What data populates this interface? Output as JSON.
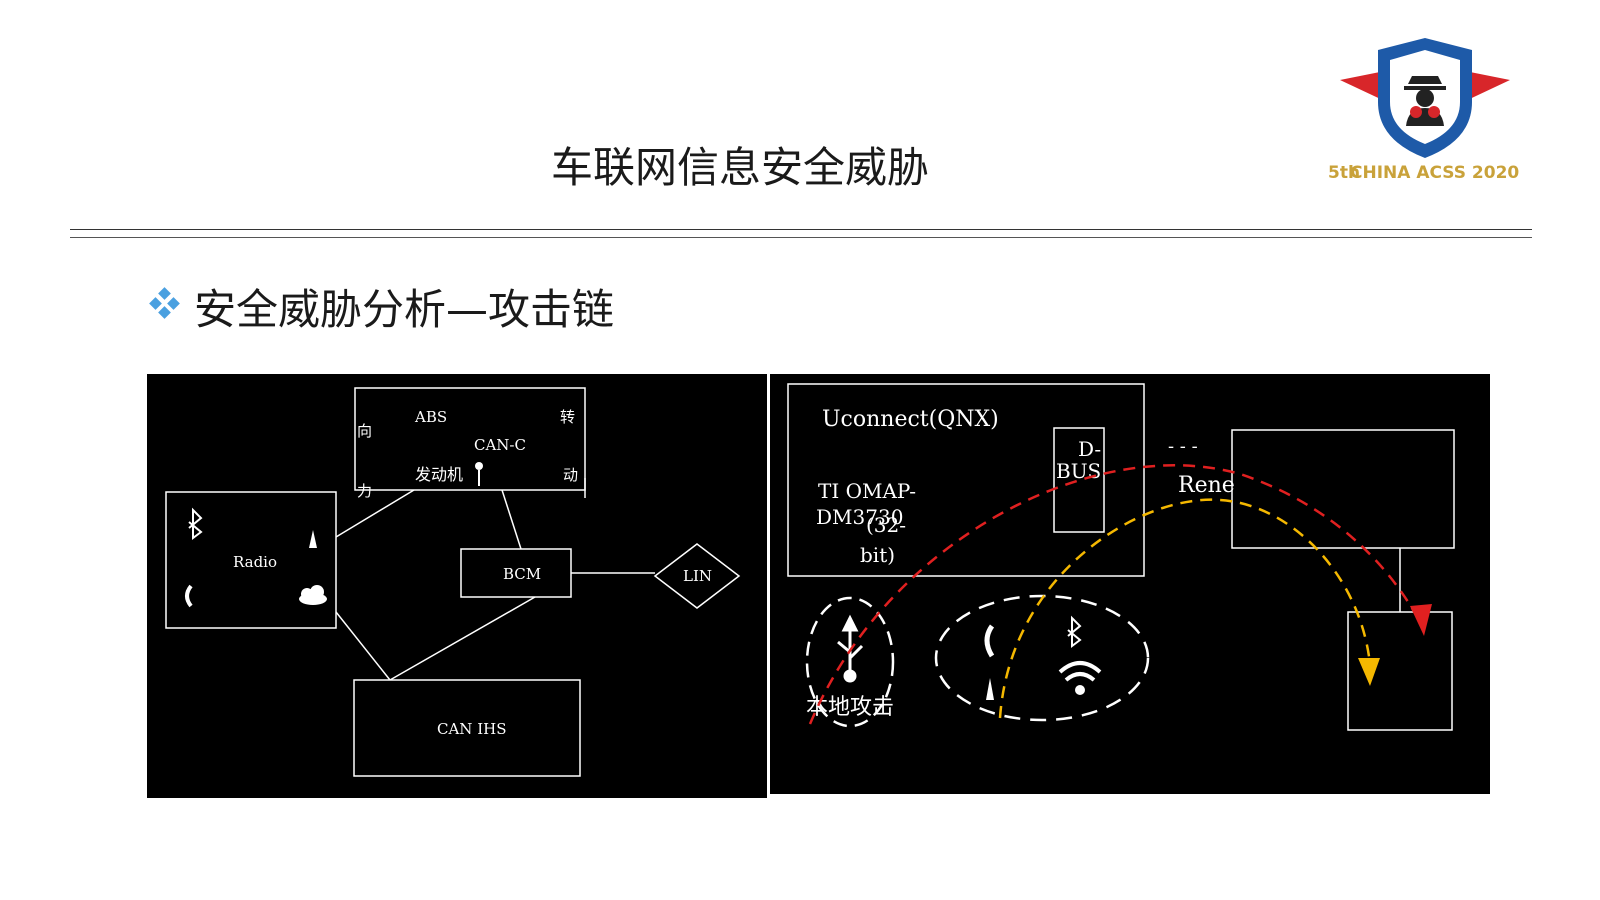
{
  "title": "车联网信息安全威胁",
  "logo": {
    "text": "CHINA ACSS 2020",
    "edition": "5th"
  },
  "subtitle": "安全威胁分析—攻击链",
  "left_diagram": {
    "top_box": {
      "abs": "ABS",
      "can_c": "CAN-C",
      "engine": "发动机",
      "xiang": "向",
      "li": "力",
      "zhuan": "转",
      "dong": "动"
    },
    "radio": "Radio",
    "bcm": "BCM",
    "lin": "LIN",
    "can_ihs": "CAN IHS"
  },
  "right_diagram": {
    "uconnect": "Uconnect(QNX)",
    "ti_line1": "TI OMAP-",
    "ti_line2": "DM3730",
    "ti_line3": "(32-",
    "ti_line4": "bit)",
    "dbus_line1": "D-",
    "dbus_line2": "BUS",
    "dashes": "- - -",
    "rene": "Rene",
    "local_attack": "本地攻击",
    "colors": {
      "red_path": "#e02020",
      "yellow_path": "#f5b800"
    }
  }
}
